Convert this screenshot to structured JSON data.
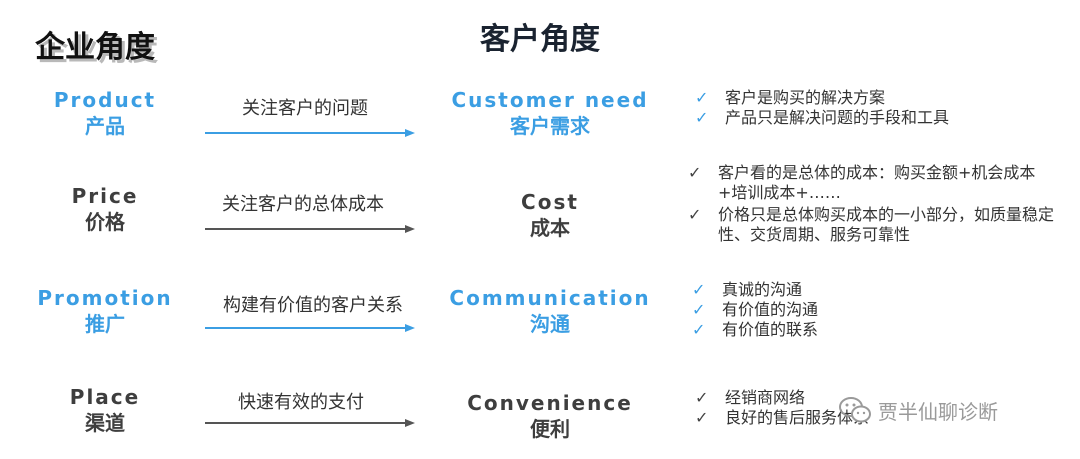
{
  "headers": {
    "left": "企业角度",
    "right": "客户角度"
  },
  "rows": [
    {
      "left_en": "Product",
      "left_zh": "产品",
      "phrase": "关注客户的问题",
      "right_en": "Customer need",
      "right_zh": "客户需求",
      "style": "blue",
      "checks": [
        "客户是购买的解决方案",
        "产品只是解决问题的手段和工具"
      ]
    },
    {
      "left_en": "Price",
      "left_zh": "价格",
      "phrase": "关注客户的总体成本",
      "right_en": "Cost",
      "right_zh": "成本",
      "style": "gray",
      "checks": [
        "客户看的是总体的成本：购买金额+机会成本+培训成本+……",
        "价格只是总体购买成本的一小部分，如质量稳定性、交货周期、服务可靠性"
      ]
    },
    {
      "left_en": "Promotion",
      "left_zh": "推广",
      "phrase": "构建有价值的客户关系",
      "right_en": "Communication",
      "right_zh": "沟通",
      "style": "blue",
      "checks": [
        "真诚的沟通",
        "有价值的沟通",
        "有价值的联系"
      ]
    },
    {
      "left_en": "Place",
      "left_zh": "渠道",
      "phrase": "快速有效的支付",
      "right_en": "Convenience",
      "right_zh": "便利",
      "style": "gray",
      "checks": [
        "经销商网络",
        "良好的售后服务体系"
      ]
    }
  ],
  "check_symbol": "✓",
  "watermark": "贾半仙聊诊断",
  "colors": {
    "blue": "#3b9ee3",
    "gray": "#3e3e3e",
    "arrow_blue": "#3b9ee3",
    "arrow_gray": "#555555"
  }
}
